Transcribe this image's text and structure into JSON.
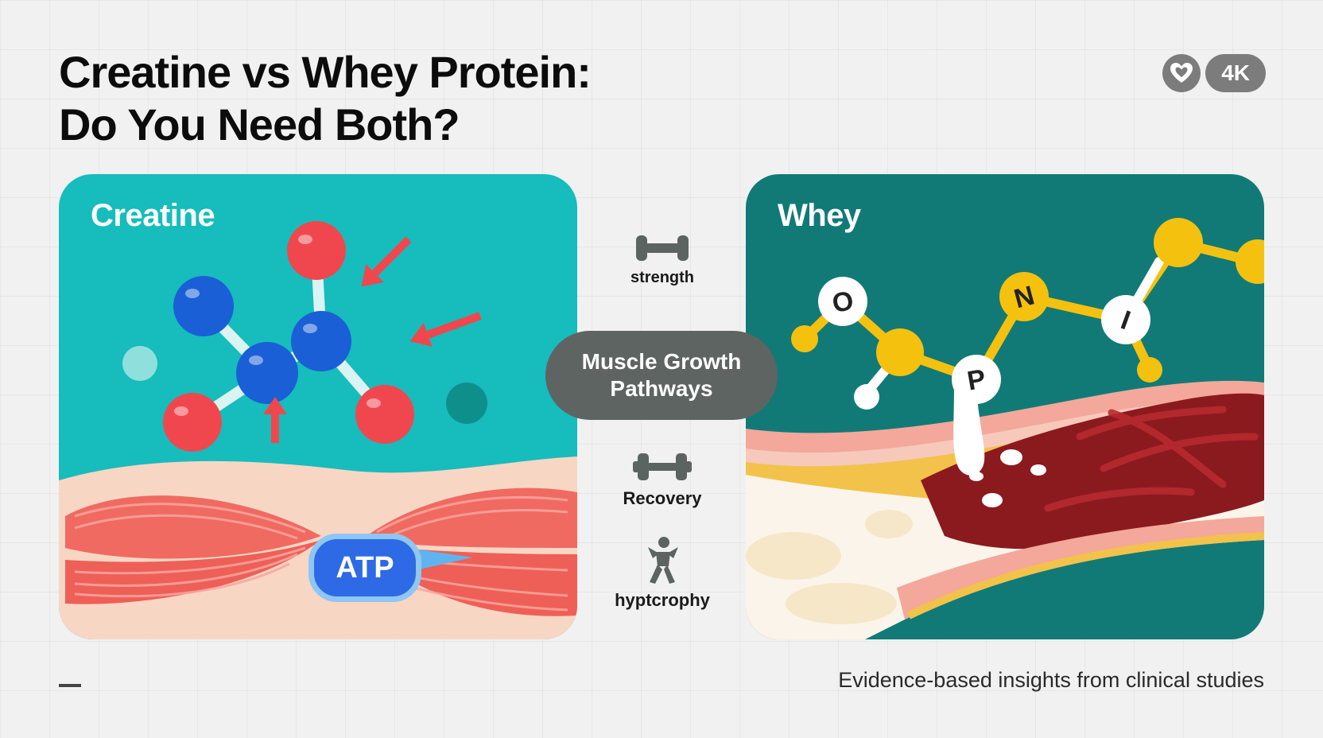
{
  "title": {
    "line1": "Creatine vs Whey Protein:",
    "line2": "Do You Need Both?"
  },
  "badges": {
    "heart_icon": "heart-icon",
    "resolution": "4K"
  },
  "panels": {
    "creatine": {
      "label": "Creatine",
      "molecule_label": "ATP",
      "bg_color": "#17bcbc"
    },
    "whey": {
      "label": "Whey",
      "letters": [
        "O",
        "N",
        "P",
        "I"
      ],
      "bg_color": "#117a77"
    }
  },
  "center": {
    "pill_text": "Muscle Growth Pathways",
    "benefits": [
      {
        "icon": "dumbbell-icon",
        "label": "strength"
      },
      {
        "icon": "dumbbell-icon",
        "label": "Recovery"
      },
      {
        "icon": "flexing-figure-icon",
        "label": "hyptcrophy"
      }
    ]
  },
  "footer": {
    "text": "Evidence-based insights from clinical studies"
  },
  "colors": {
    "red_atom": "#f0474e",
    "blue_atom": "#1a5fd6",
    "yellow_atom": "#f4c10f",
    "muscle": "#f06a62"
  }
}
